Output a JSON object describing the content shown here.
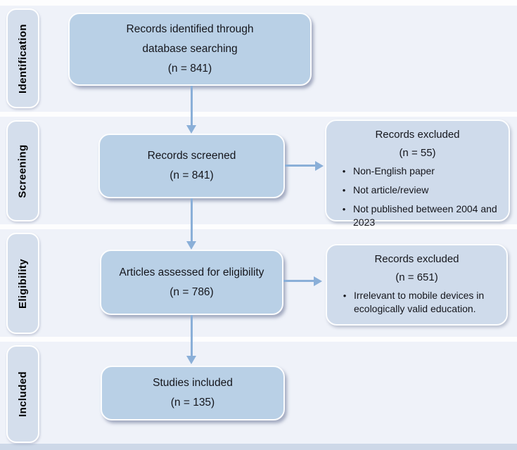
{
  "stages": [
    {
      "label": "Identification"
    },
    {
      "label": "Screening"
    },
    {
      "label": "Eligibility"
    },
    {
      "label": "Included"
    }
  ],
  "boxes": {
    "identified": {
      "lines": [
        "Records identified through",
        "database searching",
        "(n = 841)"
      ]
    },
    "screened": {
      "lines": [
        "Records screened",
        "(n = 841)"
      ]
    },
    "excluded_screening": {
      "title": "Records excluded",
      "count": "(n = 55)",
      "bullets": [
        "Non-English paper",
        "Not article/review",
        "Not published between 2004 and 2023"
      ]
    },
    "assessed": {
      "lines": [
        "Articles assessed for eligibility",
        "(n = 786)"
      ]
    },
    "excluded_eligibility": {
      "title": "Records excluded",
      "count": "(n = 651)",
      "bullets": [
        "Irrelevant to mobile devices in ecologically valid education."
      ]
    },
    "included": {
      "lines": [
        "Studies included",
        "(n = 135)"
      ]
    }
  },
  "bullet_marker": "•",
  "colors": {
    "band_bg": "#eff2f9",
    "label_fill": "#d4deec",
    "main_box_fill": "#b9d0e6",
    "side_box_fill": "#cfdbeb",
    "arrow": "#8aafd8",
    "text": "#15161c",
    "box_border": "#fcfdfe",
    "bottom_bar": "#cdd8e8",
    "page_bg": "#fdfdfe"
  }
}
